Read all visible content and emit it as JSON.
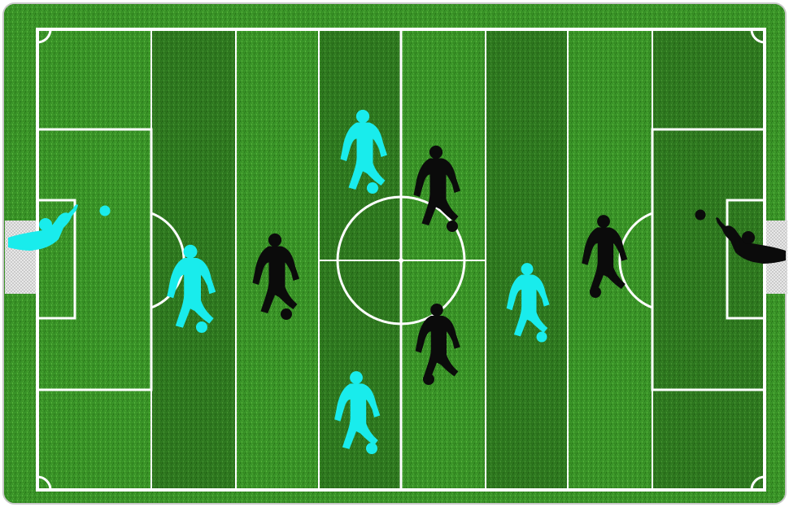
{
  "colors": {
    "grass": "#3f9a2c",
    "grass_dark": "#2c7a1c",
    "lines": "#ffffff",
    "team_a": "#19ecec",
    "team_b": "#0b0b0b",
    "net": "#dcdcdc",
    "border": "#b9b9b9"
  },
  "pitch": {
    "stripe_count": 9,
    "has_center_circle": true,
    "has_corner_arcs": true,
    "has_goals": true
  },
  "teams": [
    {
      "name": "team-a",
      "color_key": "team_a",
      "players": [
        "goalkeeper",
        "player",
        "player",
        "player",
        "player"
      ]
    },
    {
      "name": "team-b",
      "color_key": "team_b",
      "players": [
        "goalkeeper",
        "player",
        "player",
        "player",
        "player"
      ]
    }
  ]
}
